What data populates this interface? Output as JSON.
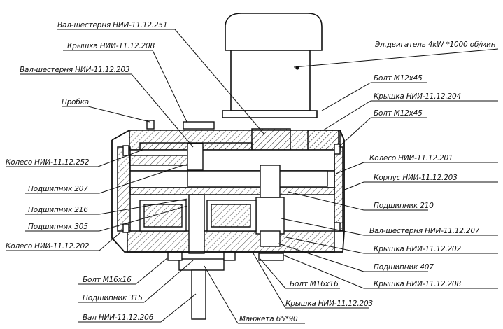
{
  "colors": {
    "line": "#111111",
    "paper": "#ffffff",
    "hatch": "#333333"
  },
  "labels": {
    "shaft_gear_251": "Вал-шестерня НИИ-11.12.251",
    "cover_208_top": "Крышка НИИ-11.12.208",
    "shaft_gear_203": "Вал-шестерня НИИ-11.12.203",
    "plug": "Пробка",
    "wheel_252": "Колесо НИИ-11.12.252",
    "bearing_207": "Подшипник 207",
    "bearing_216": "Подшипник 216",
    "bearing_305": "Подшипник 305",
    "wheel_202": "Колесо НИИ-11.12.202",
    "bolt_m16_left": "Болт М16х16",
    "bearing_315": "Подшипник 315",
    "shaft_206": "Вал НИИ-11.12.206",
    "motor": "Эл.двигатель 4kW *1000 об/мин",
    "bolt_m12_a": "Болт М12х45",
    "cover_204": "Крышка НИИ-11.12.204",
    "bolt_m12_b": "Болт М12х45",
    "wheel_201": "Колесо НИИ-11.12.201",
    "housing_203": "Корпус НИИ-11.12.203",
    "bearing_210": "Подшипник 210",
    "shaft_gear_207": "Вал-шестерня НИИ-11.12.207",
    "cover_202": "Крышка НИИ-11.12.202",
    "bearing_407": "Подшипник 407",
    "cover_208_bottom": "Крышка НИИ-11.12.208",
    "bolt_m16_right": "Болт М16х16",
    "cover_203": "Крышка НИИ-11.12.203",
    "cuff": "Манжета 65*90"
  }
}
